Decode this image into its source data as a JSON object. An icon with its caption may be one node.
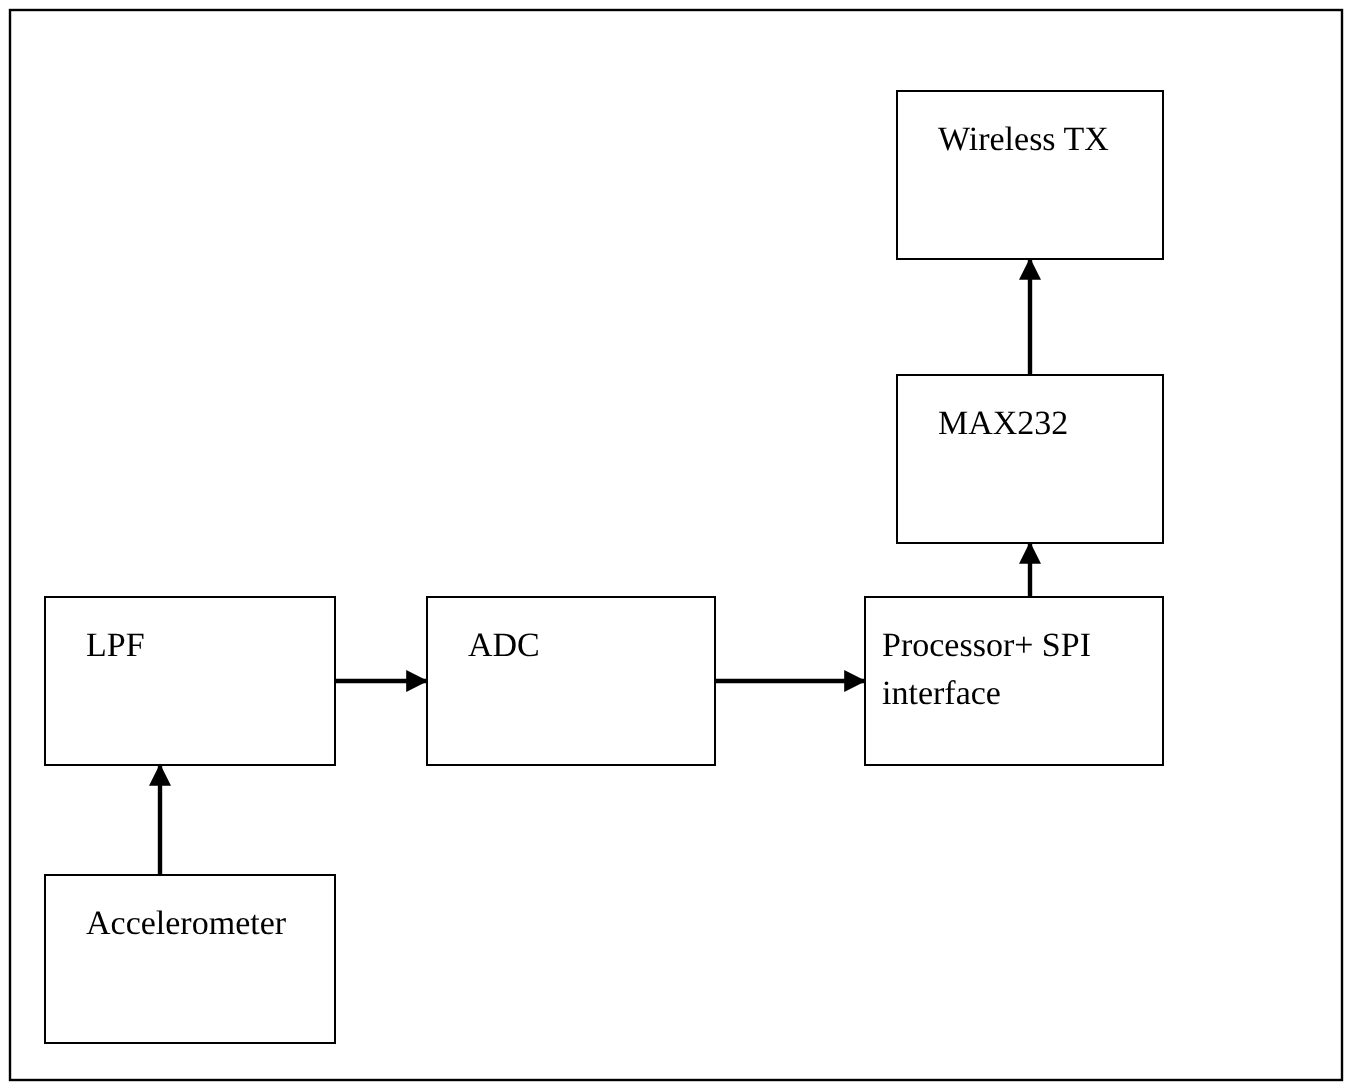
{
  "diagram": {
    "nodes": [
      {
        "text": [
          "Wireless TX"
        ]
      },
      {
        "text": [
          "MAX232"
        ]
      },
      {
        "text": [
          "LPF"
        ]
      },
      {
        "text": [
          "ADC"
        ]
      },
      {
        "text": [
          "Processor+ SPI interface"
        ]
      },
      {
        "text": [
          "Accelerometer"
        ]
      }
    ],
    "edges": [
      {
        "from": 5,
        "to": 2,
        "arrow": "to"
      },
      {
        "from": 2,
        "to": 3,
        "arrow": "to"
      },
      {
        "from": 3,
        "to": 4,
        "arrow": "to"
      },
      {
        "from": 4,
        "to": 1,
        "arrow": "to"
      },
      {
        "from": 1,
        "to": 0,
        "arrow": "to"
      }
    ]
  }
}
